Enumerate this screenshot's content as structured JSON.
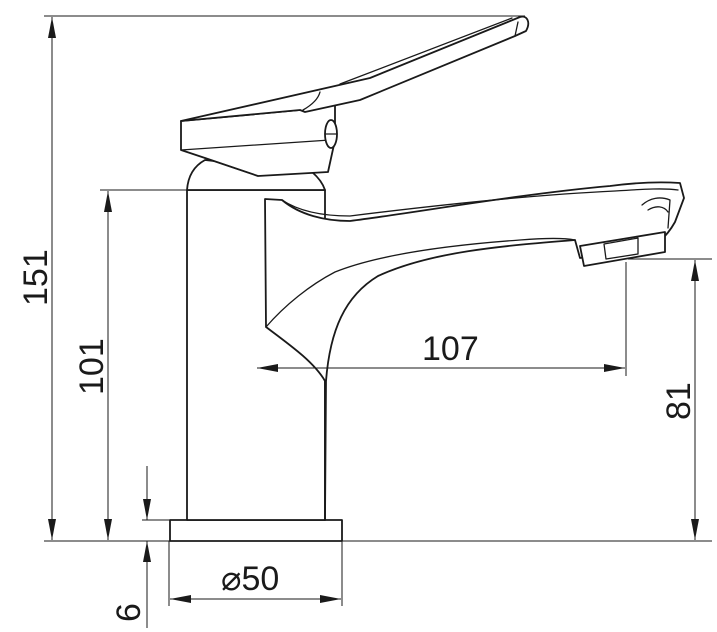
{
  "drawing": {
    "subject": "single-lever basin mixer tap",
    "colors": {
      "line": "#1a1a1a",
      "background": "#ffffff"
    },
    "dimensions": {
      "overall_height": "151",
      "body_height": "101",
      "spout_reach": "107",
      "spout_outlet_height": "81",
      "base_thickness": "6",
      "base_diameter": "⌀50"
    }
  }
}
